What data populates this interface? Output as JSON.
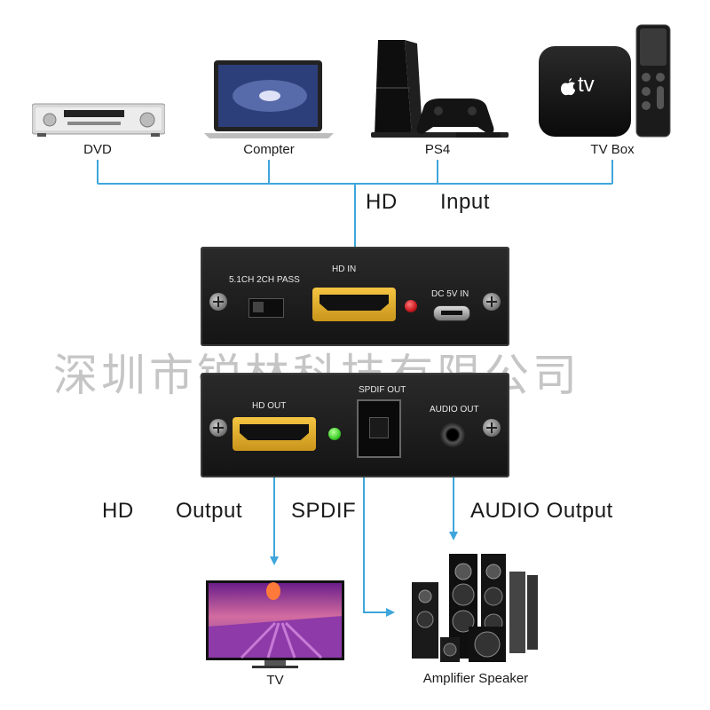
{
  "sources": [
    {
      "label": "DVD"
    },
    {
      "label": "Compter"
    },
    {
      "label": "PS4"
    },
    {
      "label": "TV Box"
    }
  ],
  "apple_tv_logo_text": "tv",
  "input_caption": {
    "hd": "HD",
    "input": "Input"
  },
  "front_panel": {
    "switch_label": "5.1CH  2CH PASS",
    "hdmi_in_label": "HD     IN",
    "dc_label": "DC 5V IN"
  },
  "back_panel": {
    "hdmi_out_label": "HD     OUT",
    "spdif_label": "SPDIF OUT",
    "audio_label": "AUDIO OUT"
  },
  "watermark": "深圳市锐林科技有限公司",
  "output_captions": {
    "hd": "HD",
    "output": "Output",
    "spdif": "SPDIF",
    "audio": "AUDIO Output"
  },
  "destinations": {
    "tv": "TV",
    "speaker": "Amplifier Speaker"
  },
  "colors": {
    "connector": "#3fa6dc",
    "led_red": "#c8171e",
    "led_green": "#3ecf2a"
  }
}
